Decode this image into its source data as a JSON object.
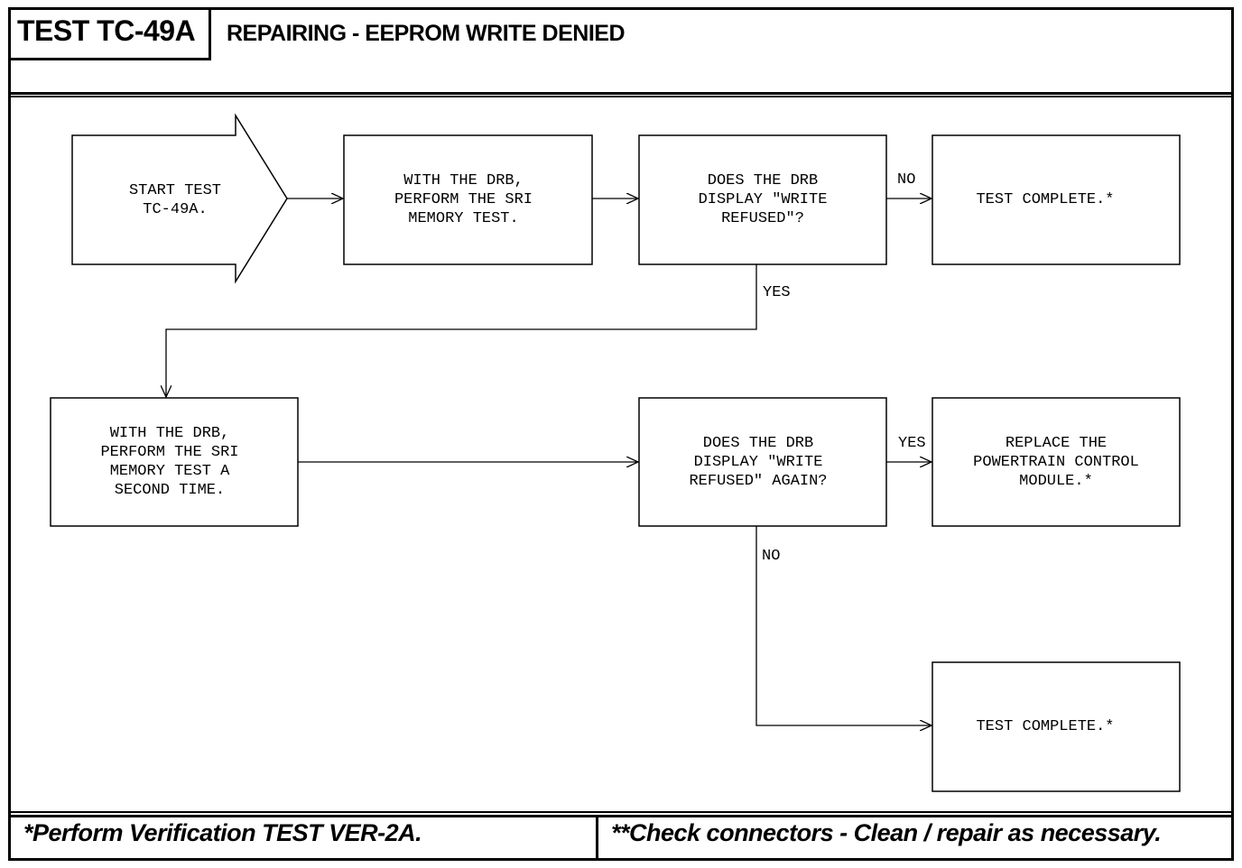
{
  "header": {
    "test_id": "TEST TC-49A",
    "title": "REPAIRING - EEPROM WRITE DENIED"
  },
  "steps": {
    "start": "START TEST\nTC-49A.",
    "sri_test": "WITH THE DRB,\nPERFORM THE SRI\nMEMORY TEST.",
    "decision1": "DOES THE DRB\nDISPLAY \"WRITE\nREFUSED\"?",
    "complete1": "TEST COMPLETE.*",
    "sri_test2": "WITH THE DRB,\nPERFORM THE SRI\nMEMORY TEST A\nSECOND TIME.",
    "decision2": "DOES THE DRB\nDISPLAY \"WRITE\nREFUSED\" AGAIN?",
    "replace": "REPLACE THE\nPOWERTRAIN CONTROL\nMODULE.*",
    "complete2": "TEST COMPLETE.*"
  },
  "edge_labels": {
    "d1_no": "NO",
    "d1_yes": "YES",
    "d2_yes": "YES",
    "d2_no": "NO"
  },
  "footer": {
    "note_left": "*Perform Verification TEST VER-2A.",
    "note_right": "**Check connectors - Clean / repair as necessary."
  }
}
